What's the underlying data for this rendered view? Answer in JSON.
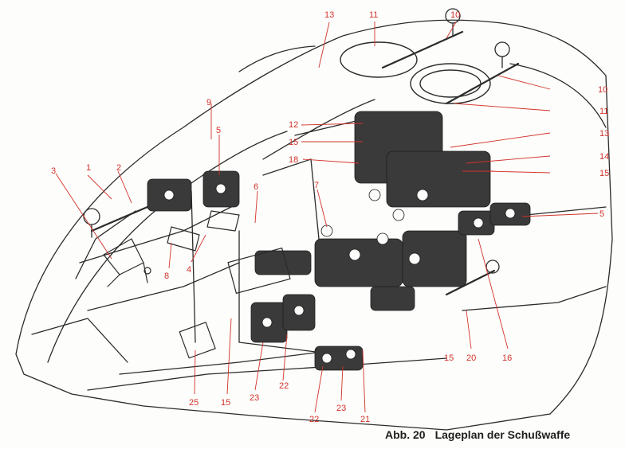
{
  "caption": {
    "figure_number": "Abb. 20",
    "title": "Lageplan der Schußwaffe"
  },
  "callouts": [
    "13",
    "11",
    "10",
    "10",
    "11",
    "12",
    "13",
    "9",
    "15",
    "14",
    "5",
    "18",
    "15",
    "3",
    "1",
    "2",
    "6",
    "7",
    "5",
    "8",
    "4",
    "15",
    "20",
    "16",
    "25",
    "15",
    "23",
    "22",
    "22",
    "23",
    "21"
  ],
  "colors": {
    "callout": "#d2322a",
    "ink": "#2b2b2b",
    "paper": "#fdfdfb"
  }
}
